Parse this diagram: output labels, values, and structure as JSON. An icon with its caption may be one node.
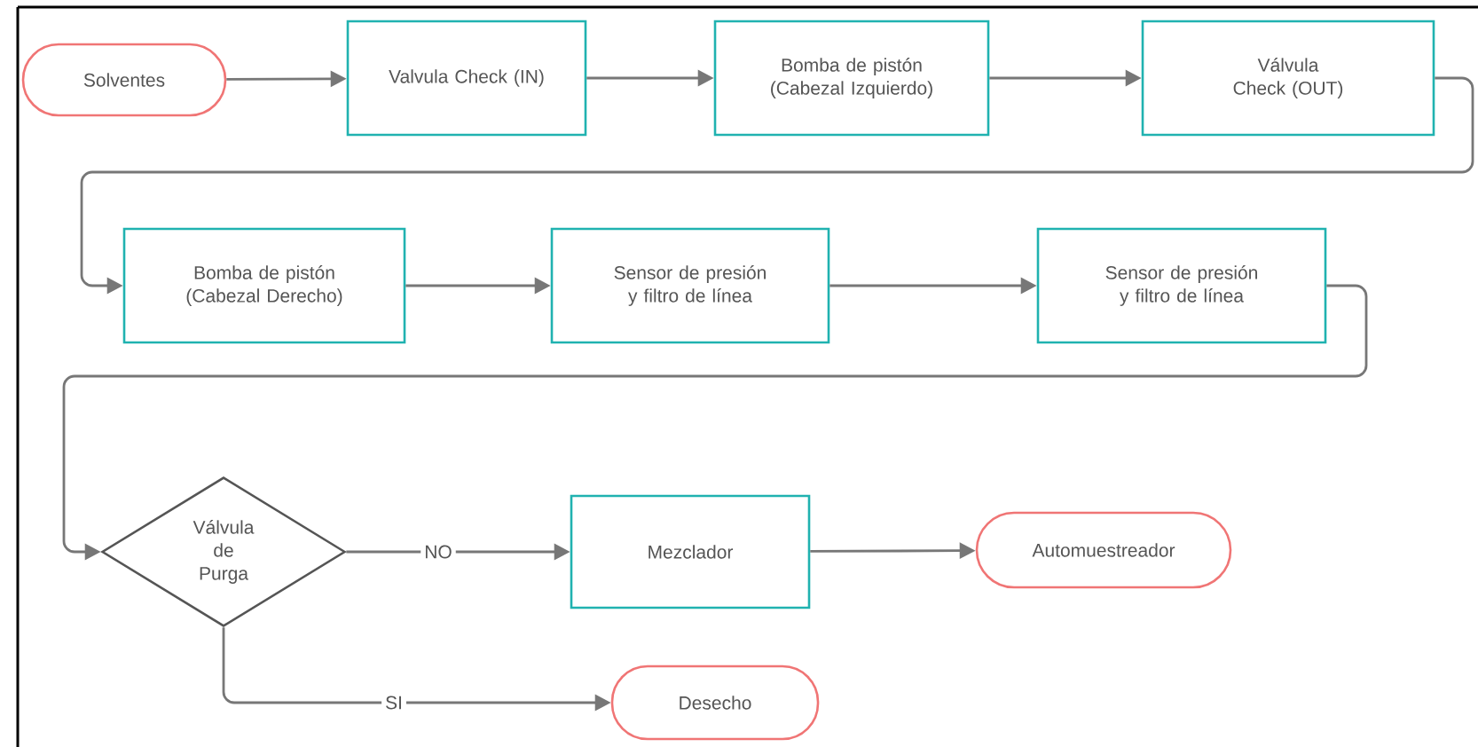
{
  "diagram": {
    "nodes": [
      {
        "text": [
          "Solventes"
        ]
      },
      {
        "text": [
          "Valvula Check (IN)"
        ]
      },
      {
        "text": [
          "Bomba de pistón (Cabezal Izquierdo)"
        ]
      },
      {
        "text": [
          "Válvula Check (OUT)"
        ]
      },
      {
        "text": [
          "Bomba de pistón (Cabezal Derecho)"
        ]
      },
      {
        "text": [
          "Sensor de presión y filtro de línea"
        ]
      },
      {
        "text": [
          "Sensor de presión y filtro de línea"
        ]
      },
      {
        "text": [
          "Válvula de Purga"
        ]
      },
      {
        "text": [
          "Mezclador"
        ]
      },
      {
        "text": [
          "Automuestreador"
        ]
      },
      {
        "text": [
          "Desecho"
        ]
      }
    ],
    "edges": [
      {
        "from": 0,
        "to": 1,
        "arrow": "to"
      },
      {
        "from": 1,
        "to": 2,
        "arrow": "to"
      },
      {
        "from": 2,
        "to": 3,
        "arrow": "to"
      },
      {
        "from": 3,
        "to": 4,
        "arrow": "to"
      },
      {
        "from": 4,
        "to": 5,
        "arrow": "to"
      },
      {
        "from": 5,
        "to": 6,
        "arrow": "to"
      },
      {
        "from": 6,
        "to": 7,
        "arrow": "to"
      },
      {
        "from": 7,
        "to": 8,
        "label": "NO",
        "arrow": "to"
      },
      {
        "from": 8,
        "to": 9,
        "arrow": "to"
      },
      {
        "from": 7,
        "to": 10,
        "label": "SI",
        "arrow": "to"
      }
    ]
  }
}
